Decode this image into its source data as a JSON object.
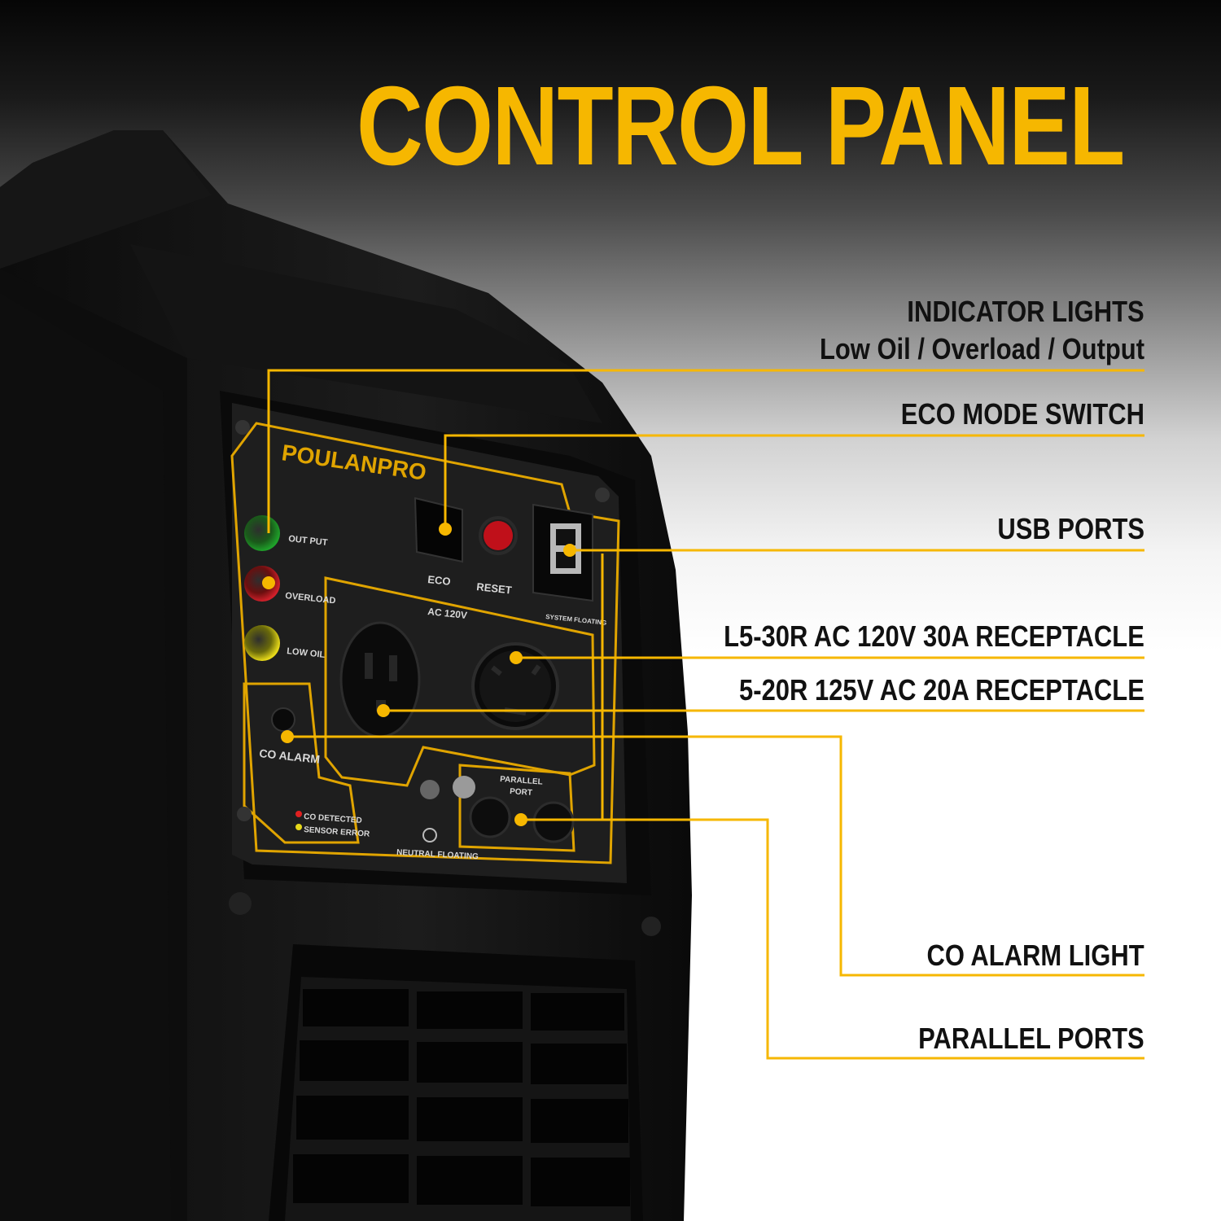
{
  "title": "CONTROL PANEL",
  "brand": "POULANPRO",
  "colors": {
    "accent": "#f6b700",
    "panel": "#1b1b1b",
    "label_text": "#111111"
  },
  "callouts": [
    {
      "id": "indicator-lights",
      "label": "INDICATOR LIGHTS",
      "sublabel": "Low Oil / Overload / Output"
    },
    {
      "id": "eco-mode-switch",
      "label": "ECO MODE SWITCH"
    },
    {
      "id": "usb-ports",
      "label": "USB PORTS"
    },
    {
      "id": "l5-30r-receptacle",
      "label": "L5-30R AC 120V 30A RECEPTACLE"
    },
    {
      "id": "5-20r-receptacle",
      "label": "5-20R 125V AC 20A RECEPTACLE"
    },
    {
      "id": "co-alarm-light",
      "label": "CO ALARM LIGHT"
    },
    {
      "id": "parallel-ports",
      "label": "PARALLEL PORTS"
    }
  ],
  "panel_labels": {
    "output": "OUT PUT",
    "overload": "OVERLOAD",
    "low_oil": "LOW OIL",
    "eco": "ECO",
    "reset": "RESET",
    "ac_120v": "AC 120V",
    "system_floating": "SYSTEM FLOATING",
    "co_alarm": "CO ALARM",
    "co_detected": "CO DETECTED",
    "sensor_error": "SENSOR ERROR",
    "parallel": "PARALLEL",
    "port": "PORT",
    "neutral_floating": "NEUTRAL FLOATING"
  }
}
